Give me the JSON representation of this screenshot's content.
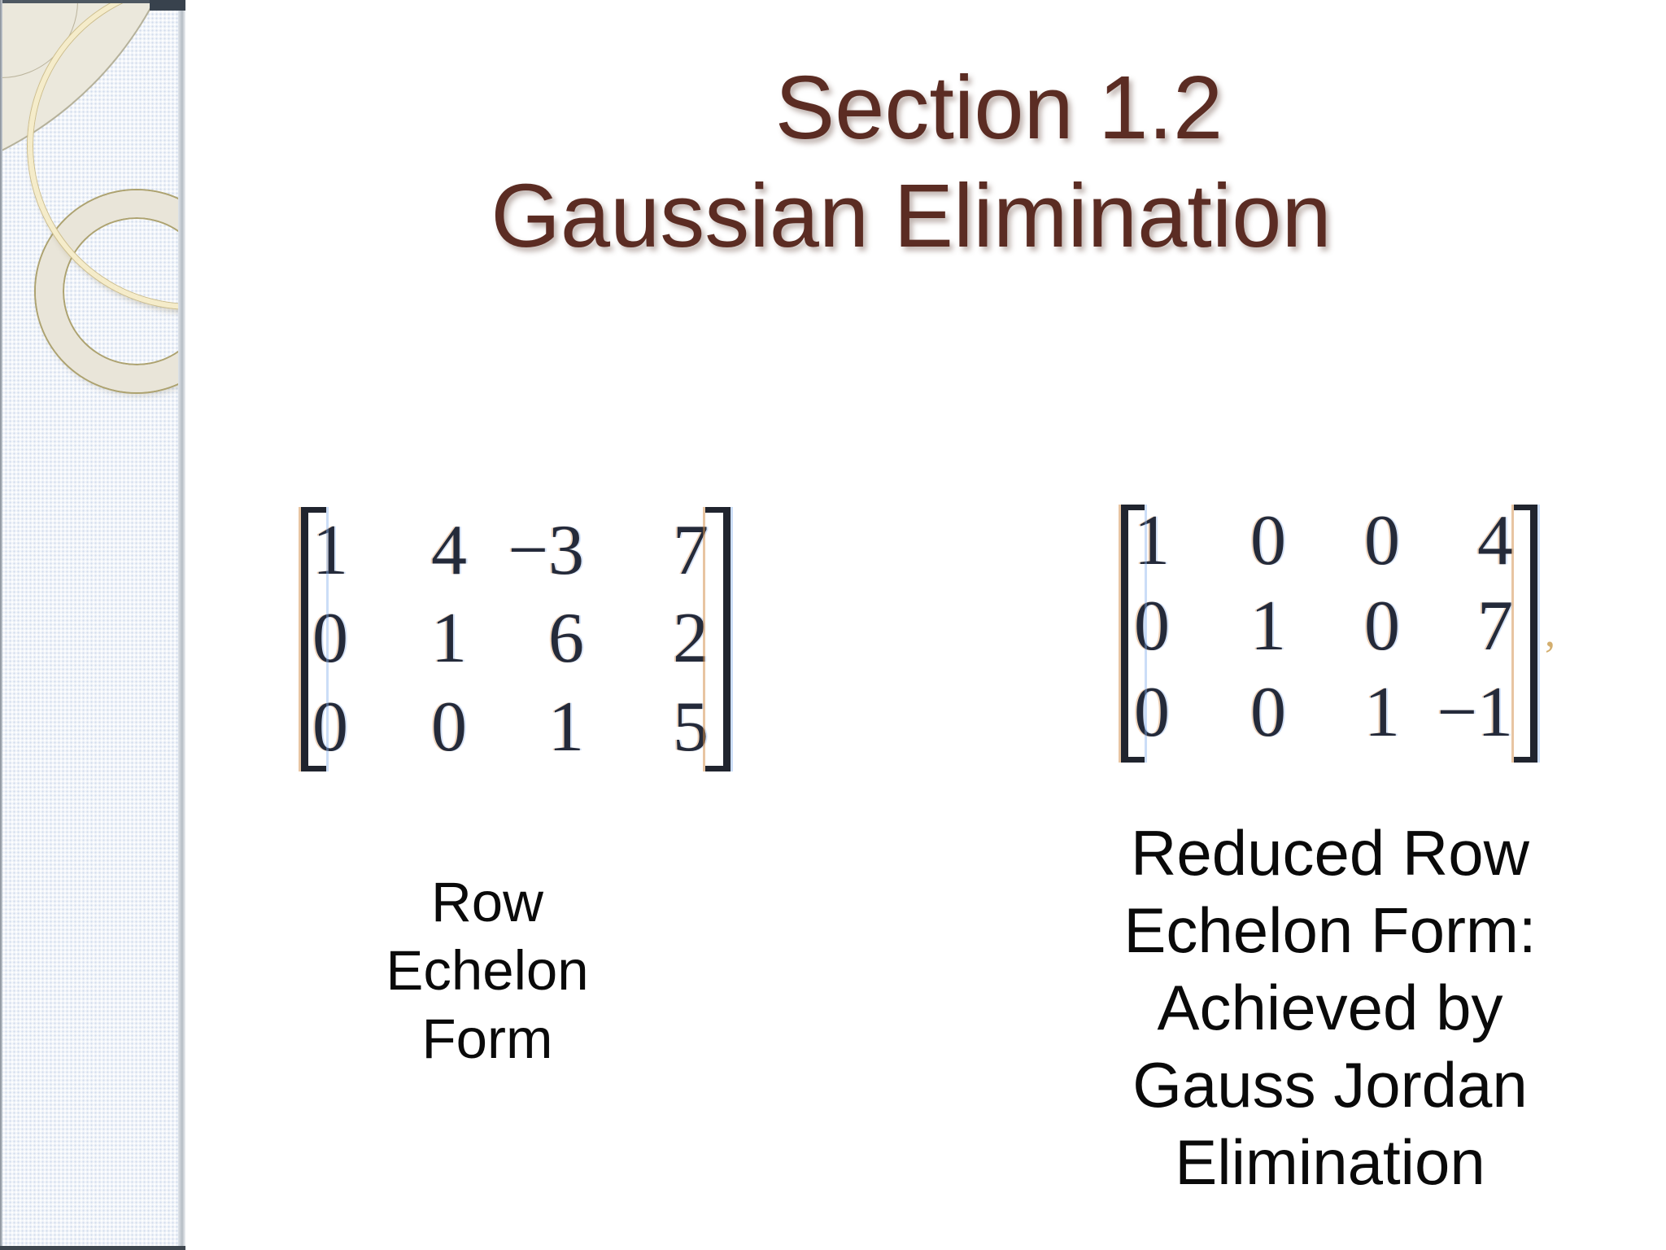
{
  "slide": {
    "title": {
      "line1": "Section 1.2",
      "line2": "Gaussian Elimination"
    },
    "matrix_left": {
      "rows": [
        [
          "1",
          "4",
          "−3",
          "7"
        ],
        [
          "0",
          "1",
          "6",
          "2"
        ],
        [
          "0",
          "0",
          "1",
          "5"
        ]
      ],
      "caption": [
        "Row",
        "Echelon",
        "Form"
      ]
    },
    "matrix_right": {
      "rows": [
        [
          "1",
          "0",
          "0",
          "4"
        ],
        [
          "0",
          "1",
          "0",
          "7"
        ],
        [
          "0",
          "0",
          "1",
          "−1"
        ]
      ],
      "caption": [
        "Reduced Row",
        "Echelon Form:",
        "Achieved by",
        "Gauss Jordan",
        "Elimination"
      ],
      "trailing_mark": ","
    },
    "colors": {
      "title_brown": "#5b2c23",
      "matrix_ink": "#242a3a",
      "caption_black": "#0a0a0a",
      "cream_arc": "#f5ecca",
      "ring_fill": "#e9e5d9",
      "gold_hairline": "#ada26f",
      "beige_corner": "#ebe8dc",
      "sidebar_base": "#f2f5fa"
    }
  }
}
